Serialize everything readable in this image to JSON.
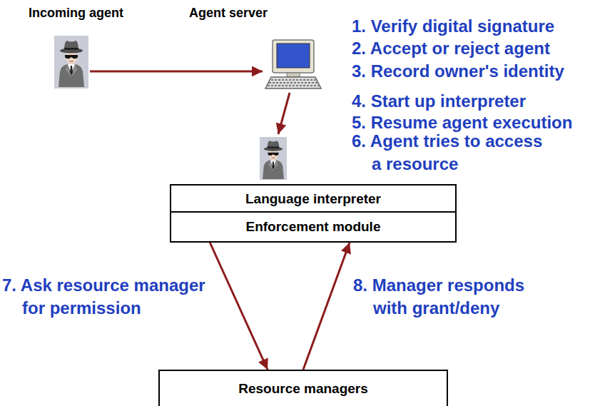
{
  "diagram": {
    "nodes": [
      {
        "text": [
          "Language interpreter"
        ]
      },
      {
        "text": [
          "Enforcement module"
        ]
      },
      {
        "text": [
          "Resource managers"
        ]
      }
    ],
    "edges": [
      {
        "from": 1,
        "to": 2,
        "arrow": "to",
        "label": "7. Ask resource manager for permission"
      },
      {
        "from": 2,
        "to": 1,
        "arrow": "to",
        "label": "8. Manager responds with grant/deny"
      }
    ],
    "labels": [
      "Incoming agent",
      "Agent server",
      "1. Verify digital signature",
      "2. Accept or reject agent",
      "3. Record owner's identity",
      "4. Start up interpreter",
      "5. Resume agent execution",
      "6. Agent tries to access a resource"
    ]
  }
}
